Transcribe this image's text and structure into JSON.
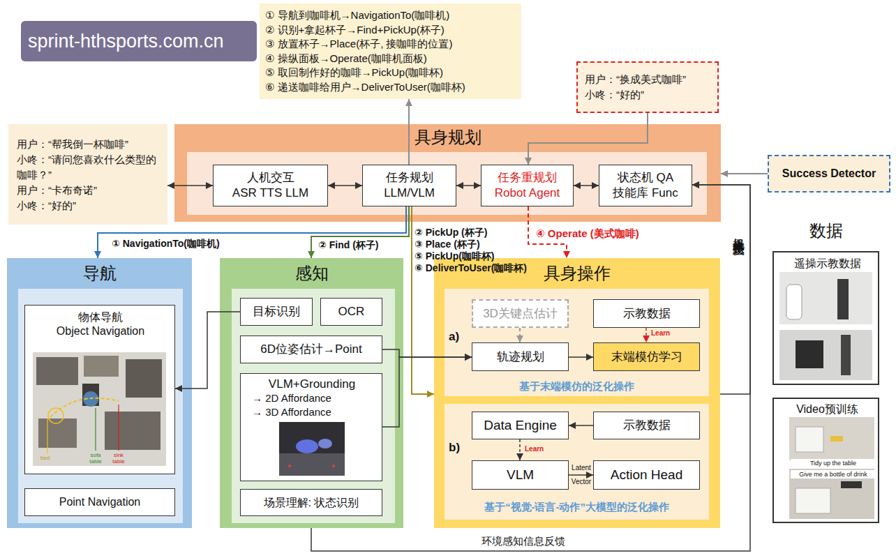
{
  "diagram": {
    "nodes": [
      {
        "text": [
          "① 导航到咖啡机→NavigationTo(咖啡机)",
          "② 识别+拿起杯子→Find+PickUp(杯子)",
          "③ 放置杯子→Place(杯子, 接咖啡的位置)",
          "④ 操纵面板→Operate(咖啡机面板)",
          "⑤ 取回制作好的咖啡→PickUp(咖啡杯)",
          "⑥ 递送咖啡给用户→DeliverToUser(咖啡杯)"
        ]
      },
      {
        "text": [
          "用户：“换成美式咖啡”",
          "小咚：“好的”"
        ]
      },
      {
        "text": [
          "用户：“帮我倒一杯咖啡”",
          "小咚：“请问您喜欢什么类型的咖啡？”",
          "用户：“卡布奇诺”",
          "小咚：“好的”"
        ]
      },
      {
        "text": [
          "具身规划"
        ]
      },
      {
        "text": [
          "人机交互",
          "ASR TTS LLM"
        ],
        "in": 3
      },
      {
        "text": [
          "任务规划",
          "LLM/VLM"
        ],
        "in": 3
      },
      {
        "text": [
          "任务重规划",
          "Robot Agent"
        ],
        "in": 3
      },
      {
        "text": [
          "状态机 QA",
          "技能库 Func"
        ],
        "in": 3
      },
      {
        "text": [
          "Success Detector"
        ]
      },
      {
        "text": [
          "导航"
        ]
      },
      {
        "text": [
          "物体导航",
          "Object Navigation"
        ],
        "in": 9
      },
      {
        "text": [
          "Point Navigation"
        ],
        "in": 9
      },
      {
        "text": [
          "感知"
        ]
      },
      {
        "text": [
          "目标识别"
        ],
        "in": 12
      },
      {
        "text": [
          "OCR"
        ],
        "in": 12
      },
      {
        "text": [
          "6D位姿估计→Point"
        ],
        "in": 12
      },
      {
        "text": [
          "VLM+Grounding",
          "→ 2D Affordance",
          "→ 3D Affordance"
        ],
        "in": 12
      },
      {
        "text": [
          "场景理解: 状态识别"
        ],
        "in": 12
      },
      {
        "text": [
          "具身操作"
        ]
      },
      {
        "text": [
          "a)",
          "基于末端模仿的泛化操作"
        ],
        "in": 18
      },
      {
        "text": [
          "3D关键点估计"
        ],
        "in": 19
      },
      {
        "text": [
          "示教数据"
        ],
        "in": 19
      },
      {
        "text": [
          "轨迹规划"
        ],
        "in": 19
      },
      {
        "text": [
          "末端模仿学习"
        ],
        "in": 19
      },
      {
        "text": [
          "b)",
          "基于“视觉-语言-动作”大模型的泛化操作"
        ],
        "in": 18
      },
      {
        "text": [
          "Data Engine"
        ],
        "in": 24
      },
      {
        "text": [
          "示教数据"
        ],
        "in": 24
      },
      {
        "text": [
          "VLM"
        ],
        "in": 24
      },
      {
        "text": [
          "Action Head"
        ],
        "in": 24
      },
      {
        "text": [
          "遥操示教数据"
        ]
      },
      {
        "text": [
          "Video预训练",
          "Tidy up the table",
          "Give me a bottle of drink"
        ]
      }
    ],
    "edges": [
      {
        "from": 2,
        "to": 4,
        "arrow": "both"
      },
      {
        "from": 4,
        "to": 5,
        "arrow": "both"
      },
      {
        "from": 5,
        "to": 6,
        "arrow": "both"
      },
      {
        "from": 6,
        "to": 7,
        "arrow": "both"
      },
      {
        "from": 5,
        "to": 0,
        "arrow": "to"
      },
      {
        "from": 1,
        "to": 6,
        "arrow": "to"
      },
      {
        "from": 8,
        "to": 3,
        "arrow": "to"
      },
      {
        "from": 5,
        "to": 9,
        "arrow": "to",
        "label": "① NavigationTo(咖啡机)"
      },
      {
        "from": 5,
        "to": 12,
        "arrow": "to",
        "label": "② Find (杯子)"
      },
      {
        "from": 5,
        "to": 18,
        "arrow": "to",
        "label": "② PickUp (杯子)"
      },
      {
        "from": 6,
        "to": 18,
        "arrow": "to",
        "label": "④ Operate (美式咖啡)"
      },
      {
        "from": 13,
        "to": 10,
        "arrow": "to"
      },
      {
        "from": 15,
        "to": 22,
        "arrow": "to"
      },
      {
        "from": 16,
        "to": 22,
        "arrow": "to"
      },
      {
        "from": 20,
        "to": 22,
        "arrow": "to"
      },
      {
        "from": 21,
        "to": 23,
        "arrow": "to",
        "label": "Learn"
      },
      {
        "from": 22,
        "to": 23,
        "arrow": "to"
      },
      {
        "from": 26,
        "to": 25,
        "arrow": "to"
      },
      {
        "from": 25,
        "to": 27,
        "arrow": "to",
        "label": "Learn"
      },
      {
        "from": 27,
        "to": 28,
        "arrow": "to",
        "label": "Latent Vector"
      },
      {
        "from": 12,
        "to": 7,
        "arrow": "to",
        "label": "环境感知信息反馈"
      },
      {
        "from": 18,
        "to": 7,
        "arrow": "to",
        "label": "机器人本体状态反馈"
      }
    ],
    "labels": [
      "sprint-hthsports.com.cn",
      "数据",
      "bed",
      "sofa table",
      "sink table",
      "③ Place (杯子)",
      "⑤ PickUp(咖啡杯)",
      "⑥ DeliverToUser(咖啡杯)"
    ]
  }
}
